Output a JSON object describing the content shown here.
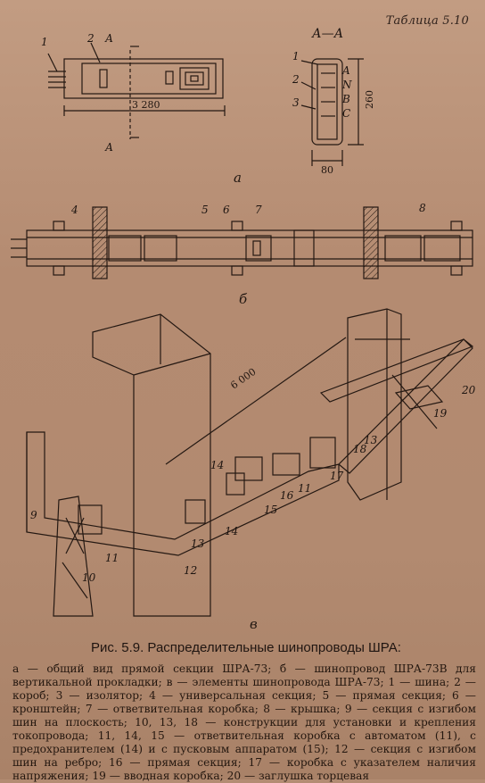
{
  "header": {
    "corner_text": "Таблица 5.10"
  },
  "panels": {
    "a": "а",
    "b": "б",
    "v": "в"
  },
  "section_a": {
    "label": "А",
    "title": "А—А",
    "length_dim": "3 280",
    "height_dim": "260",
    "width_dim": "80",
    "phases": [
      "A",
      "N",
      "B",
      "C"
    ],
    "callouts": [
      "1",
      "2",
      "3"
    ]
  },
  "section_b": {
    "callouts": [
      "4",
      "5",
      "6",
      "7",
      "8"
    ]
  },
  "section_v": {
    "distance": "6 000",
    "callouts": [
      "9",
      "10",
      "11",
      "11",
      "12",
      "13",
      "13",
      "14",
      "14",
      "15",
      "16",
      "17",
      "18",
      "19",
      "20"
    ]
  },
  "caption": {
    "title": "Рис. 5.9. Распределительные шинопроводы ШРА:",
    "body": "а — общий вид прямой секции ШРА-73; б — шинопровод ШРА-73В для вертикальной прокладки; в — элементы шинопровода ШРА-73; 1 — шина; 2 — короб; 3 — изолятор; 4 — универсальная секция; 5 — прямая секция; 6 — кронштейн; 7 — ответвительная коробка; 8 — крышка; 9 — секция с изгибом шин на плоскость; 10, 13, 18 — конструкции для установки и крепления токопровода; 11, 14, 15 — ответвительная коробка с автоматом (11), с предохранителем (14) и с пусковым аппаратом (15); 12 — секция с изгибом шин на ребро; 16 — прямая секция; 17 — коробка с указателем наличия напряжения; 19 — вводная коробка; 20 — заглушка торцевая"
  }
}
